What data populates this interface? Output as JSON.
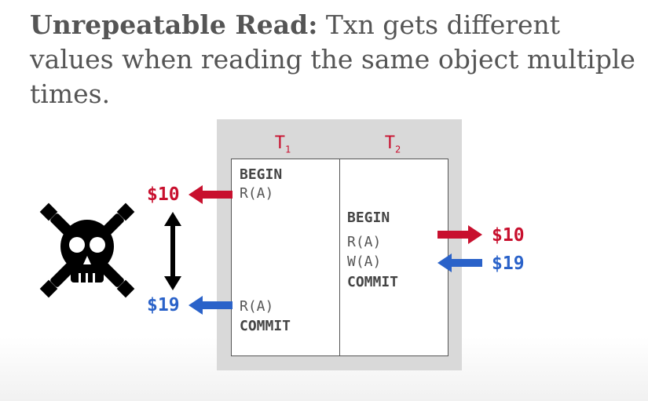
{
  "title": {
    "term": "Unrepeatable Read:",
    "description": "Txn gets different values when reading the same object multiple times."
  },
  "transactions": [
    {
      "name": "T",
      "subscript": "1"
    },
    {
      "name": "T",
      "subscript": "2"
    }
  ],
  "t1_ops": {
    "begin": "BEGIN",
    "read1": "R(A)",
    "read2": "R(A)",
    "commit": "COMMIT"
  },
  "t2_ops": {
    "begin": "BEGIN",
    "read": "R(A)",
    "write": "W(A)",
    "commit": "COMMIT"
  },
  "values": {
    "t1_first_read": "$10",
    "t1_second_read": "$19",
    "t2_read": "$10",
    "t2_write": "$19"
  },
  "colors": {
    "red": "#c8102e",
    "blue": "#2a62c9",
    "text": "#555555",
    "panel": "#d9d9d9"
  },
  "icons": [
    "skull-crossbones-icon",
    "double-arrow-icon"
  ]
}
